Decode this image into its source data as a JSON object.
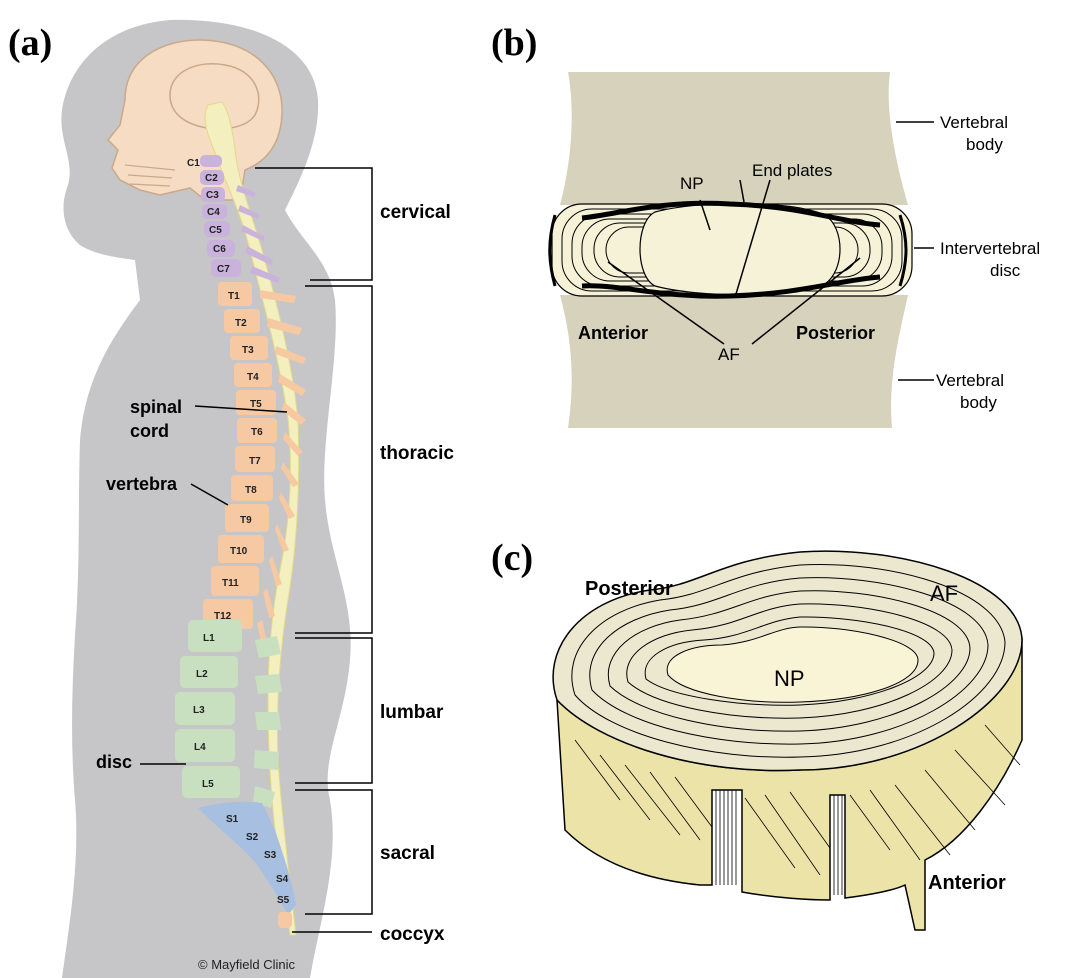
{
  "panels": {
    "a": {
      "letter": "(a)",
      "regions": [
        "cervical",
        "thoracic",
        "lumbar",
        "sacral",
        "coccyx"
      ],
      "labels": {
        "spinal_cord_1": "spinal",
        "spinal_cord_2": "cord",
        "vertebra": "vertebra",
        "disc": "disc"
      },
      "cervical_vertebrae": [
        "C1",
        "C2",
        "C3",
        "C4",
        "C5",
        "C6",
        "C7"
      ],
      "thoracic_vertebrae": [
        "T1",
        "T2",
        "T3",
        "T4",
        "T5",
        "T6",
        "T7",
        "T8",
        "T9",
        "T10",
        "T11",
        "T12"
      ],
      "lumbar_vertebrae": [
        "L1",
        "L2",
        "L3",
        "L4",
        "L5"
      ],
      "sacral_vertebrae": [
        "S1",
        "S2",
        "S3",
        "S4",
        "S5"
      ],
      "credit": "© Mayfield Clinic"
    },
    "b": {
      "letter": "(b)",
      "np": "NP",
      "end_plates": "End plates",
      "vertebral_body_top_1": "Vertebral",
      "vertebral_body_top_2": "body",
      "intervertebral_1": "Intervertebral",
      "intervertebral_2": "disc",
      "anterior": "Anterior",
      "posterior": "Posterior",
      "af": "AF",
      "vertebral_body_bottom_1": "Vertebral",
      "vertebral_body_bottom_2": "body"
    },
    "c": {
      "letter": "(c)",
      "posterior": "Posterior",
      "af": "AF",
      "np": "NP",
      "anterior": "Anterior"
    }
  },
  "colors": {
    "silhouette": "#c6c6c8",
    "skull": "#f5dcc2",
    "cord": "#f3efbf",
    "cervical": "#c9b2dc",
    "thoracic": "#f6c9a2",
    "lumbar": "#c9e0c0",
    "sacral": "#a7bfe0",
    "bone_b": "#d6d2bc",
    "disc_center": "#f6f2d8",
    "disc_side": "#ece3a9"
  }
}
